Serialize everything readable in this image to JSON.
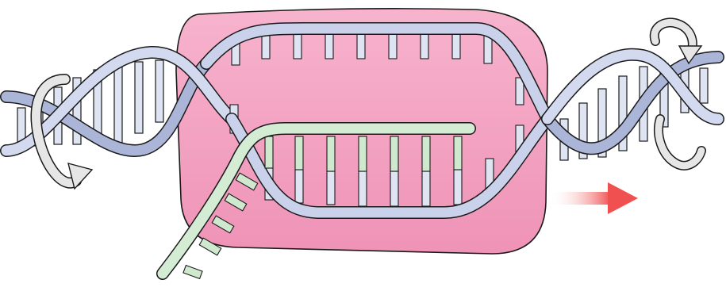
{
  "figure": {
    "elements": [
      {
        "name": "rna-polymerase-bubble",
        "icon": "rounded-blob"
      },
      {
        "name": "dna-double-helix-upstream",
        "icon": "helix"
      },
      {
        "name": "dna-double-helix-downstream",
        "icon": "helix"
      },
      {
        "name": "transcription-bubble-template-strand",
        "icon": "strand"
      },
      {
        "name": "transcription-bubble-coding-strand",
        "icon": "strand"
      },
      {
        "name": "rna-transcript",
        "icon": "strand"
      },
      {
        "name": "rotation-arrow-left",
        "icon": "rotate-arrow"
      },
      {
        "name": "rotation-arrow-right",
        "icon": "rotate-arrow"
      },
      {
        "name": "direction-arrow",
        "icon": "right-arrow"
      }
    ]
  },
  "colors": {
    "polymerase_fill": "#f4a3c3",
    "polymerase_stroke": "#1a1a1a",
    "dna_strand": "#c9d2ea",
    "dna_strand_shade": "#8c98c2",
    "rna_strand": "#d4ecd4",
    "rna_strand_shade": "#9ccc9c",
    "arrow_red": "#f05050",
    "arrow_gray": "#d8d8d8"
  }
}
